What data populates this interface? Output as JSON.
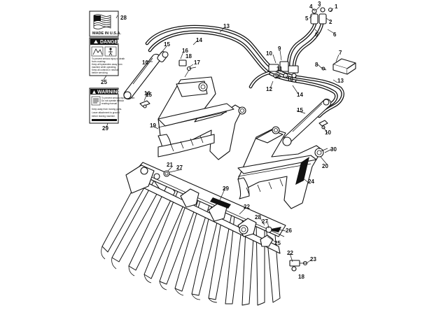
{
  "decals": {
    "made_in_usa": {
      "text": "MADE IN U.S.A."
    },
    "danger": {
      "header": "DANGER",
      "lines": [
        "To prevent serious injury or death",
        "from crushing:",
        "Keep all bystanders away from",
        "machine while operating.",
        "Keep all controls in neutral",
        "before servicing."
      ]
    },
    "warning": {
      "header": "WARNING",
      "lines": [
        "To prevent serious injury or death:",
        "Do not operate without",
        "reading manual.",
        "Keep away from moving parts.",
        "Lower attachment to ground",
        "before leaving machine."
      ]
    }
  },
  "callouts": [
    "1",
    "2",
    "3",
    "4",
    "5",
    "6",
    "6",
    "7",
    "8",
    "9",
    "10",
    "10",
    "10",
    "10",
    "10",
    "11",
    "12",
    "13",
    "13",
    "14",
    "14",
    "15",
    "15",
    "15",
    "16",
    "16",
    "17",
    "18",
    "18",
    "19",
    "20",
    "21",
    "22",
    "22",
    "23",
    "24",
    "25",
    "25",
    "26",
    "27",
    "27",
    "28",
    "28",
    "29",
    "29",
    "30"
  ]
}
